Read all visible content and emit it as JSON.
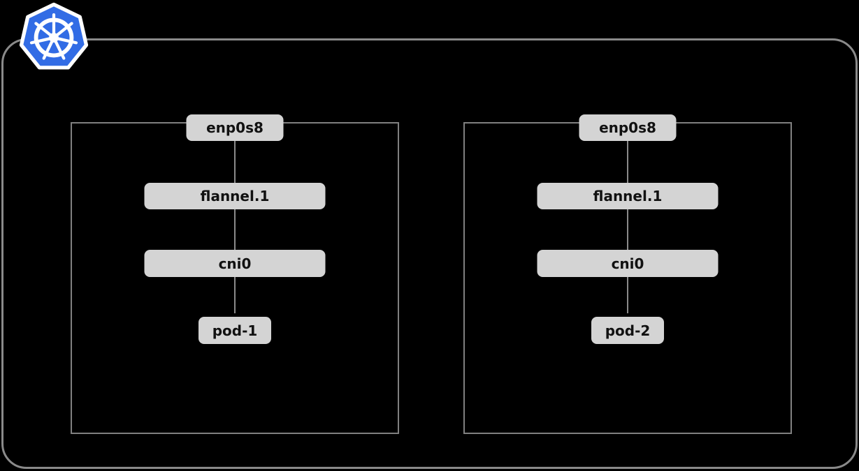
{
  "colors": {
    "background": "#000000",
    "outline": "#8a8a8a",
    "node_border": "#808080",
    "box_fill": "#d4d4d4",
    "box_text": "#111111",
    "connector": "#8a8a8a",
    "logo_blue": "#326ce5",
    "logo_white": "#ffffff"
  },
  "logo": {
    "icon": "kubernetes-logo"
  },
  "nodes": [
    {
      "nic": "enp0s8",
      "overlay": "flannel.1",
      "bridge": "cni0",
      "pod": "pod-1"
    },
    {
      "nic": "enp0s8",
      "overlay": "flannel.1",
      "bridge": "cni0",
      "pod": "pod-2"
    }
  ]
}
